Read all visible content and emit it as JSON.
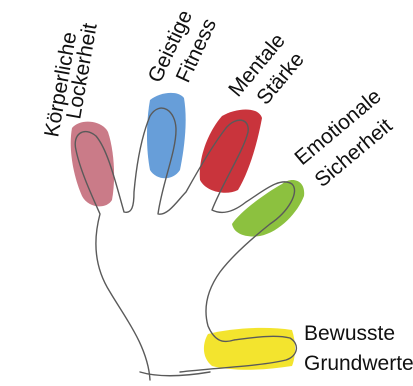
{
  "fingers": [
    {
      "id": "little",
      "label_lines": [
        "Körperliche",
        "Lockerheit"
      ],
      "color": "#c5707e"
    },
    {
      "id": "ring",
      "label_lines": [
        "Geistige",
        "Fitness"
      ],
      "color": "#5a96d6"
    },
    {
      "id": "middle",
      "label_lines": [
        "Mentale",
        "Stärke"
      ],
      "color": "#c4232b"
    },
    {
      "id": "index",
      "label_lines": [
        "Emotionale",
        "Sicherheit"
      ],
      "color": "#82bc2f"
    },
    {
      "id": "thumb",
      "label_lines": [
        "Bewusste",
        "Grundwerte"
      ],
      "color": "#f2e21c"
    }
  ],
  "outline_color": "#5a5a5a"
}
